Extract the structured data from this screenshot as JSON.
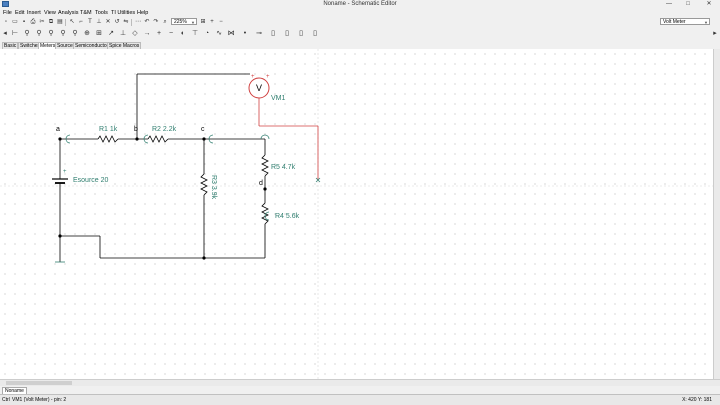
{
  "window": {
    "title": "Noname - Schematic Editor",
    "minimize": "—",
    "maximize": "□",
    "close": "✕"
  },
  "menu": [
    "File",
    "Edit",
    "Insert",
    "View",
    "Analysis",
    "T&M",
    "Tools",
    "TI Utilities",
    "Help"
  ],
  "toolbar": {
    "zoom": "225%",
    "component_select": "Volt Meter"
  },
  "palette_tabs": [
    "Basic",
    "Switches",
    "Meters",
    "Sources",
    "Semiconductors",
    "Spice Macros"
  ],
  "active_palette_tab": "Meters",
  "schematic": {
    "nodes": {
      "a": "a",
      "b": "b",
      "c": "c",
      "d": "d"
    },
    "components": {
      "r1": "R1 1k",
      "r2": "R2 2.2k",
      "r3": "R3 3.9k",
      "r4": "R4 5.6k",
      "r5": "R5 4.7k",
      "esource": "Esource 20",
      "vm1": "VM1",
      "vm_symbol": "V"
    },
    "polarity_plus": "+"
  },
  "document_tab": "Noname",
  "status": {
    "mode": "Ctrl",
    "selection": "VM1 (Volt Meter) - pin: 2",
    "coords": "X: 420  Y: 181"
  },
  "colors": {
    "wire": "#000000",
    "meter_lead": "#d04040",
    "component_label": "#2e7d6e",
    "node_label": "#000000"
  }
}
